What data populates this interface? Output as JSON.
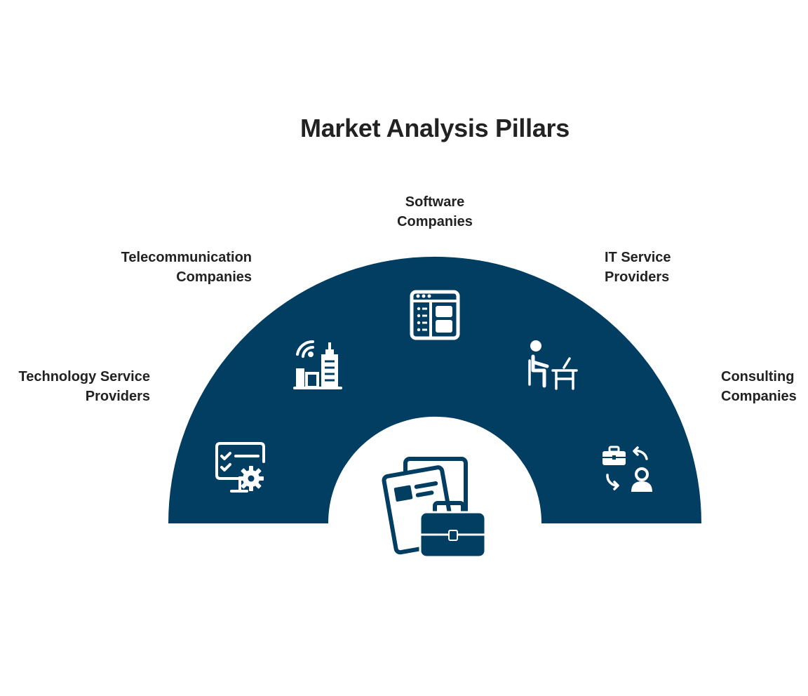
{
  "title": "Market Analysis Pillars",
  "colors": {
    "segment_fill": "#023d62",
    "icon_fill": "#ffffff",
    "text": "#222222",
    "background": "#ffffff"
  },
  "center_icon": "documents-briefcase-icon",
  "segments": [
    {
      "label_line1": "Technology Service",
      "label_line2": "Providers",
      "icon": "checklist-monitor-gear-icon"
    },
    {
      "label_line1": "Telecommunication",
      "label_line2": "Companies",
      "icon": "signal-buildings-icon"
    },
    {
      "label_line1": "Software",
      "label_line2": "Companies",
      "icon": "app-window-icon"
    },
    {
      "label_line1": "IT Service",
      "label_line2": "Providers",
      "icon": "person-at-desk-icon"
    },
    {
      "label_line1": "Consulting",
      "label_line2": "Companies",
      "icon": "briefcase-exchange-person-icon"
    }
  ]
}
